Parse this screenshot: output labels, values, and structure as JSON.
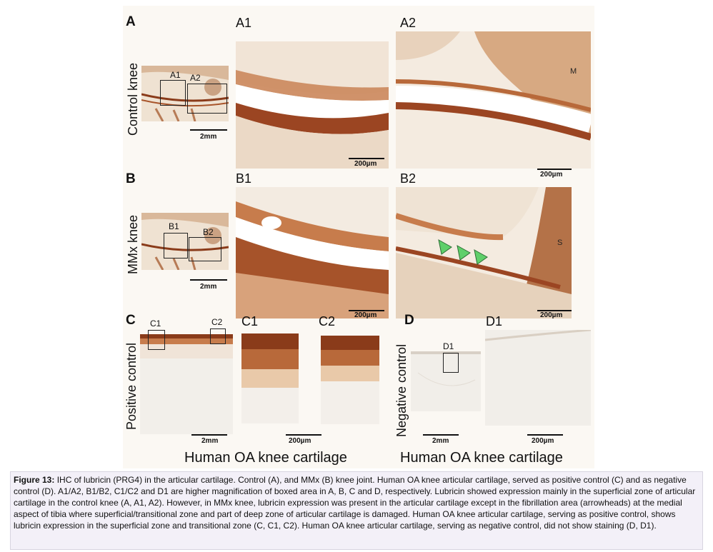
{
  "panels": {
    "A": {
      "letter": "A",
      "row_label": "Control knee",
      "overview_scale": "2mm",
      "box_labels": [
        "A1",
        "A2"
      ],
      "zoom1": {
        "label": "A1",
        "scale": "200µm"
      },
      "zoom2": {
        "label": "A2",
        "scale": "200µm",
        "tag": "M"
      }
    },
    "B": {
      "letter": "B",
      "row_label": "MMx knee",
      "overview_scale": "2mm",
      "box_labels": [
        "B1",
        "B2"
      ],
      "zoom1": {
        "label": "B1",
        "scale": "200µm"
      },
      "zoom2": {
        "label": "B2",
        "scale": "200µm",
        "tag": "S"
      }
    },
    "C": {
      "letter": "C",
      "row_label": "Positive control",
      "overview_scale": "2mm",
      "box_labels": [
        "C1",
        "C2"
      ],
      "zoom1": {
        "label": "C1"
      },
      "zoom2": {
        "label": "C2"
      },
      "zoom_scale": "200µm"
    },
    "D": {
      "letter": "D",
      "row_label": "Negative control",
      "overview_scale": "2mm",
      "box_labels": [
        "D1"
      ],
      "zoom1": {
        "label": "D1",
        "scale": "200µm"
      }
    }
  },
  "bottom_titles": {
    "left": "Human OA knee cartilage",
    "right": "Human OA knee cartilage"
  },
  "caption": {
    "lead": "Figure 13:",
    "text": "IHC of lubricin (PRG4) in the articular cartilage. Control (A), and MMx (B) knee joint. Human OA knee articular cartilage, served as positive control (C) and as negative control (D). A1/A2, B1/B2, C1/C2 and D1 are higher magnification of boxed area in A, B, C and D, respectively. Lubricin showed expression mainly in the superficial zone of articular cartilage in the control knee (A, A1, A2). However, in MMx knee, lubricin expression was present in the articular cartilage except in the fibrillation area (arrowheads) at the medial aspect of tibia where superficial/transitional zone and part of deep zone of articular cartilage is damaged. Human OA knee articular cartilage, serving as positive control, shows lubricin expression in the superficial zone and transitional zone (C, C1, C2). Human OA knee articular cartilage, serving as negative control, did not show staining (D, D1)."
  },
  "colors": {
    "stain_dark": "#8a3b1a",
    "stain_mid": "#b8693a",
    "stain_light": "#e9c9a9",
    "background_tissue": "#f4ece2",
    "arrowhead": "#5fcf6a"
  }
}
